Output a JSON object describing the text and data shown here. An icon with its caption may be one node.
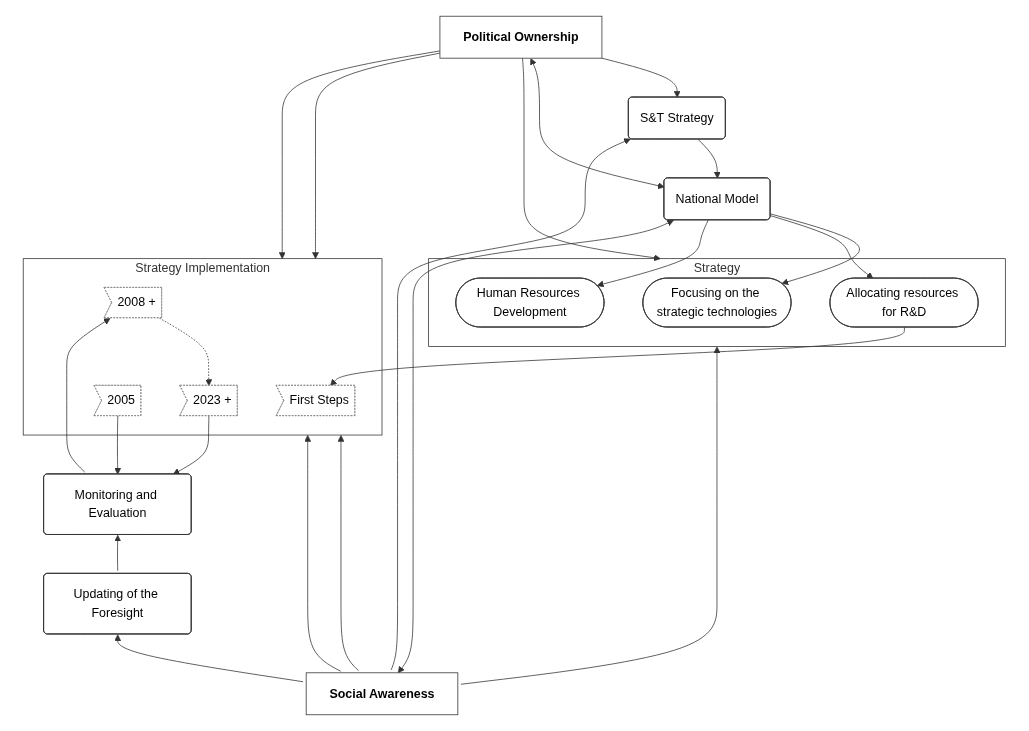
{
  "diagram": {
    "nodes": [
      {
        "text": [
          "Political Ownership"
        ]
      },
      {
        "text": [
          "S&T Strategy"
        ]
      },
      {
        "text": [
          "National Model"
        ]
      },
      {
        "text": [
          "Strategy"
        ]
      },
      {
        "text": [
          "Focusing on the strategic technologies"
        ],
        "in": 3
      },
      {
        "text": [
          "Allocating resources for R&D"
        ],
        "in": 3
      },
      {
        "text": [
          "Human Resources Development"
        ],
        "in": 3
      },
      {
        "text": [
          "Strategy Implementation"
        ]
      },
      {
        "text": [
          "First Steps"
        ],
        "in": 7
      },
      {
        "text": [
          "2005"
        ],
        "in": 7
      },
      {
        "text": [
          "2008 +"
        ],
        "in": 7
      },
      {
        "text": [
          "2023 +"
        ],
        "in": 7
      },
      {
        "text": [
          "Monitoring and Evaluation"
        ]
      },
      {
        "text": [
          "Updating of the Foresight"
        ]
      },
      {
        "text": [
          "Social Awareness"
        ]
      }
    ],
    "edges": [
      {
        "from": 0,
        "to": 1,
        "arrow": "to"
      },
      {
        "from": 0,
        "to": 2,
        "arrow": "both"
      },
      {
        "from": 0,
        "to": 3,
        "arrow": "to"
      },
      {
        "from": 0,
        "to": 7,
        "arrow": "to"
      },
      {
        "from": 0,
        "to": 7,
        "arrow": "to"
      },
      {
        "from": 1,
        "to": 2,
        "arrow": "to"
      },
      {
        "from": 2,
        "to": 4,
        "arrow": "to"
      },
      {
        "from": 2,
        "to": 5,
        "arrow": "to"
      },
      {
        "from": 2,
        "to": 6,
        "arrow": "to"
      },
      {
        "from": 5,
        "to": 8,
        "arrow": "to"
      },
      {
        "from": 10,
        "to": 11,
        "arrow": "to",
        "style": "dashed"
      },
      {
        "from": 9,
        "to": 12,
        "arrow": "to"
      },
      {
        "from": 11,
        "to": 12,
        "arrow": "to"
      },
      {
        "from": 12,
        "to": 10,
        "arrow": "to"
      },
      {
        "from": 13,
        "to": 12,
        "arrow": "to"
      },
      {
        "from": 14,
        "to": 13,
        "arrow": "to"
      },
      {
        "from": 14,
        "to": 1,
        "arrow": "to"
      },
      {
        "from": 14,
        "to": 2,
        "arrow": "both"
      },
      {
        "from": 14,
        "to": 3,
        "arrow": "to"
      },
      {
        "from": 14,
        "to": 7,
        "arrow": "to"
      },
      {
        "from": 14,
        "to": 7,
        "arrow": "to"
      }
    ]
  }
}
